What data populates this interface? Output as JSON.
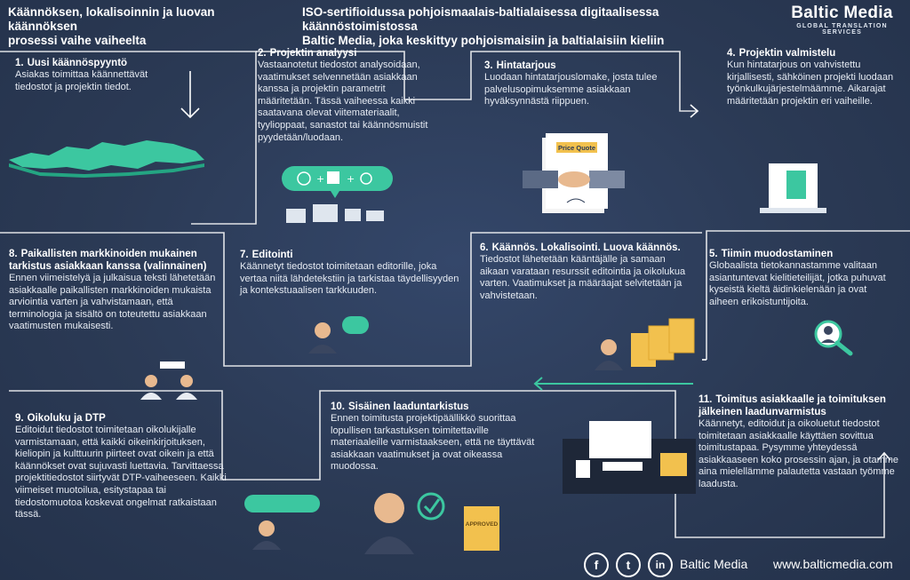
{
  "header": {
    "left_line1": "Käännöksen, lokalisoinnin ja luovan käännöksen",
    "left_line2": "prosessi vaihe vaiheelta",
    "center_line1": "ISO-sertifioidussa pohjoismaalais-baltialaisessa digitaalisessa käännöstoimistossa",
    "center_line2": "Baltic Media, joka keskittyy pohjoismaisiin ja baltialaisiin kieliin",
    "logo_text": "Baltic Media",
    "logo_sub": "GLOBAL TRANSLATION SERVICES"
  },
  "steps": [
    {
      "num": "1.",
      "title": "Uusi käännöspyyntö",
      "text": "Asiakas toimittaa käännettävät tiedostot ja projektin tiedot."
    },
    {
      "num": "2.",
      "title": "Projektin analyysi",
      "text": "Vastaanotetut tiedostot analysoidaan, vaatimukset selvennetään asiakkaan kanssa ja projektin parametrit määritetään. Tässä vaiheessa kaikki saatavana olevat viitemateriaalit, tyylioppaat, sanastot tai käännösmuistit pyydetään/luodaan."
    },
    {
      "num": "3.",
      "title": "Hintatarjous",
      "text": "Luodaan hintatarjouslomake, josta tulee palvelusopimuksemme asiakkaan hyväksynnästä riippuen."
    },
    {
      "num": "4.",
      "title": "Projektin valmistelu",
      "text": "Kun hintatarjous on vahvistettu kirjallisesti, sähköinen projekti luodaan työnkulkujärjestelmäämme. Aikarajat määritetään projektin eri vaiheille."
    },
    {
      "num": "5.",
      "title": "Tiimin muodostaminen",
      "text": "Globaalista tietokannastamme valitaan asiantuntevat kielitieteilijät, jotka puhuvat kyseistä kieltä äidinkielenään ja ovat aiheen erikoistuntijoita."
    },
    {
      "num": "6.",
      "title": "Käännös. Lokalisointi. Luova käännös.",
      "text": "Tiedostot lähetetään kääntäjälle ja samaan aikaan varataan resurssit editointia ja oikolukua varten. Vaatimukset ja määräajat selvitetään ja vahvistetaan."
    },
    {
      "num": "7.",
      "title": "Editointi",
      "text": "Käännetyt tiedostot toimitetaan editorille, joka vertaa niitä lähdetekstiin ja tarkistaa täydellisyyden ja kontekstuaalisen tarkkuuden."
    },
    {
      "num": "8.",
      "title": "Paikallisten markkinoiden mukainen tarkistus asiakkaan kanssa (valinnainen)",
      "text": "Ennen viimeistelyä ja julkaisua teksti lähetetään asiakkaalle paikallisten markkinoiden mukaista arviointia varten ja vahvistamaan, että terminologia ja sisältö on toteutettu asiakkaan vaatimusten mukaisesti."
    },
    {
      "num": "9.",
      "title": "Oikoluku ja DTP",
      "text": "Editoidut tiedostot toimitetaan oikolukijalle varmistamaan, että kaikki oikeinkirjoituksen, kieliopin ja kulttuurin piirteet ovat oikein ja että käännökset ovat sujuvasti luettavia. Tarvittaessa projektitiedostot siirtyvät DTP-vaiheeseen. Kaikki viimeiset muotoilua, esitystapaa tai tiedostomuotoa koskevat ongelmat ratkaistaan tässä."
    },
    {
      "num": "10.",
      "title": "Sisäinen laaduntarkistus",
      "text": "Ennen toimitusta projektipäällikkö suorittaa lopullisen tarkastuksen toimitettaville materiaaleille varmistaakseen, että ne täyttävät asiakkaan vaatimukset ja ovat oikeassa muodossa."
    },
    {
      "num": "11.",
      "title": "Toimitus asiakkaalle ja toimituksen jälkeinen laadunvarmistus",
      "text": "Käännetyt, editoidut ja oikoluetut tiedostot toimitetaan asiakkaalle käyttäen sovittua toimitustapaa. Pysymme yhteydessä asiakkaaseen koko prosessin ajan, ja otamme aina mielellämme palautetta vastaan työmme laadusta."
    }
  ],
  "illustrations": {
    "price_quote_label": "Price Quote",
    "approved_label": "APPROVED"
  },
  "footer": {
    "facebook_glyph": "f",
    "twitter_glyph": "t",
    "linkedin_glyph": "in",
    "brand": "Baltic Media",
    "website": "www.balticmedia.com"
  },
  "colors": {
    "background": "#2b3a55",
    "line": "#ffffff",
    "accent_green": "#3cc7a0",
    "folder_yellow": "#f2c14e"
  },
  "icons": [
    "europe-map-icon",
    "translate-bubble-icon",
    "handshake-icon",
    "laptop-icon",
    "magnifier-icon",
    "folders-icon",
    "checkmark-icon",
    "approved-folder-icon",
    "person-icon",
    "desk-computer-icon",
    "facebook-icon",
    "twitter-icon",
    "linkedin-icon"
  ]
}
